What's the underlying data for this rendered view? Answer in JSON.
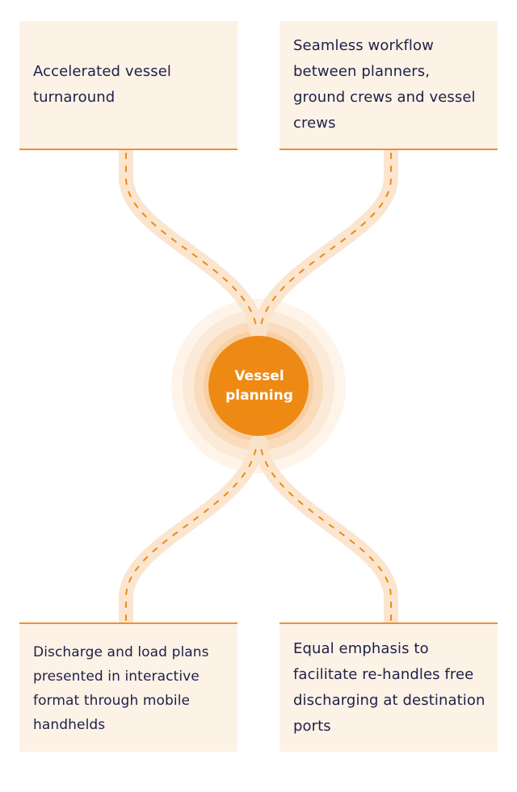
{
  "diagram": {
    "center_label": "Vessel\nplanning",
    "cards": {
      "top_left": "Accelerated vessel turnaround",
      "top_right": "Seamless workflow between planners, ground crews and vessel crews",
      "bottom_left": "Discharge and load plans presented in interactive format through mobile handhelds",
      "bottom_right": "Equal emphasis to facilitate re-handles free discharging at destination ports"
    },
    "colors": {
      "accent": "#ee8a13",
      "card_background": "#fdf2e6",
      "path": "#fce8d4",
      "text": "#1d2049"
    }
  }
}
